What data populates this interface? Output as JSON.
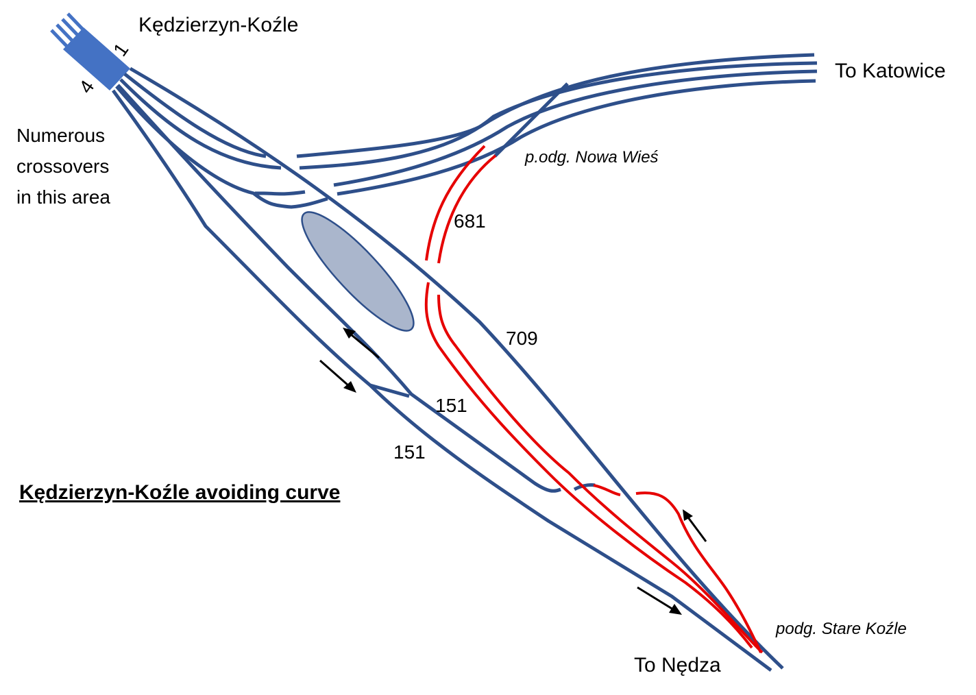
{
  "colors": {
    "track": "#2e4f8a",
    "curve": "#e60000",
    "station": "#4472c4",
    "platform": "#aab6cc",
    "arrow": "#000000"
  },
  "labels": {
    "station_name": "Kędzierzyn-Koźle",
    "platform_first": "1",
    "platform_last": "4",
    "crossovers_line1": "Numerous",
    "crossovers_line2": "crossovers",
    "crossovers_line3": "in this area",
    "to_katowice": "To Katowice",
    "junction_nowa_wies": "p.odg. Nowa Wieś",
    "line_681": "681",
    "line_709": "709",
    "line_151_upper": "151",
    "line_151_lower": "151",
    "title": "Kędzierzyn-Koźle avoiding curve",
    "junction_stare_kozle": "podg. Stare Koźle",
    "to_nedza": "To Nędza"
  }
}
